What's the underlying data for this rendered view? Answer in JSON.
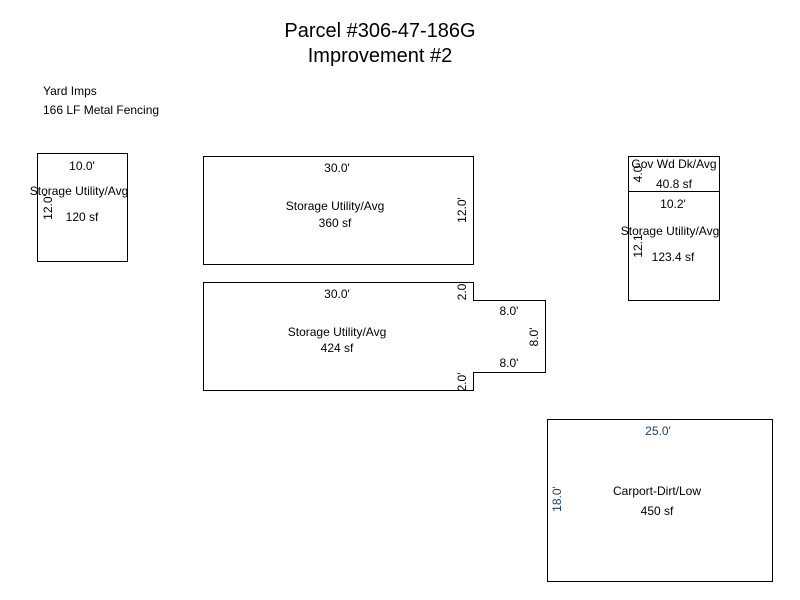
{
  "header": {
    "title": "Parcel #306-47-186G",
    "subtitle": "Improvement #2"
  },
  "notes": {
    "line1": "Yard Imps",
    "line2": "166 LF Metal Fencing"
  },
  "buildings": {
    "small_storage": {
      "label": "Storage Utility/Avg",
      "area": "120 sf",
      "width": "10.0'",
      "depth": "12.0'"
    },
    "storage_360": {
      "label": "Storage Utility/Avg",
      "area": "360 sf",
      "width": "30.0'",
      "depth": "12.0'"
    },
    "storage_424": {
      "label": "Storage Utility/Avg",
      "area": "424 sf",
      "width": "30.0'",
      "notch_top": "2.0",
      "ext_top": "8.0'",
      "ext_side": "8.0'",
      "ext_bottom": "8.0'",
      "notch_bottom": "2.0'"
    },
    "deck": {
      "label": "Gov Wd Dk/Avg",
      "area": "40.8 sf",
      "depth": "4.0"
    },
    "storage_123": {
      "label": "Storage Utility/Avg",
      "area": "123.4 sf",
      "width": "10.2'",
      "depth": "12.1"
    },
    "carport": {
      "label": "Carport-Dirt/Low",
      "area": "450 sf",
      "width": "25.0'",
      "depth": "18.0'"
    }
  },
  "colors": {
    "line": "#000000",
    "dimension_blue": "#1f3f6f"
  }
}
